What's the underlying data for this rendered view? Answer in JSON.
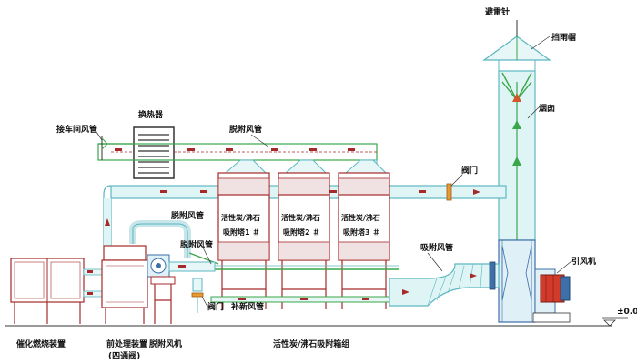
{
  "labels": {
    "vent_cap": "避雷针",
    "rain_hood": "挡雨帽",
    "chimney": "烟囱",
    "heat_exchanger": "换热器",
    "workshop_duct": "接车间风管",
    "desorb_duct_top": "脱附风管",
    "desorb_duct_left": "脱附风管",
    "desorb_fan_duct": "脱附风管",
    "valve_right": "阀门",
    "valve_left": "阀门",
    "adsorb_duct": "吸附风管",
    "fresh_air_pipe": "补新风管",
    "fan": "引风机",
    "ground_level": "±0.0",
    "catalytic_device": "催化燃烧装置",
    "pretreatment": "前处理装置",
    "pretreatment_sub": "(四通阀)",
    "desorb_fan": "脱附风机",
    "tower_group": "活性炭/沸石吸附箱组"
  },
  "towers": [
    {
      "line1": "活性炭/沸石",
      "line2": "吸附塔1 ＃"
    },
    {
      "line1": "活性炭/沸石",
      "line2": "吸附塔2 ＃"
    },
    {
      "line1": "活性炭/沸石",
      "line2": "吸附塔3 ＃"
    }
  ],
  "colors": {
    "pipe": "#5bb7c0",
    "structure": "#a62a2a",
    "green_line": "#3aa64a",
    "fan_red": "#d23a2a"
  }
}
